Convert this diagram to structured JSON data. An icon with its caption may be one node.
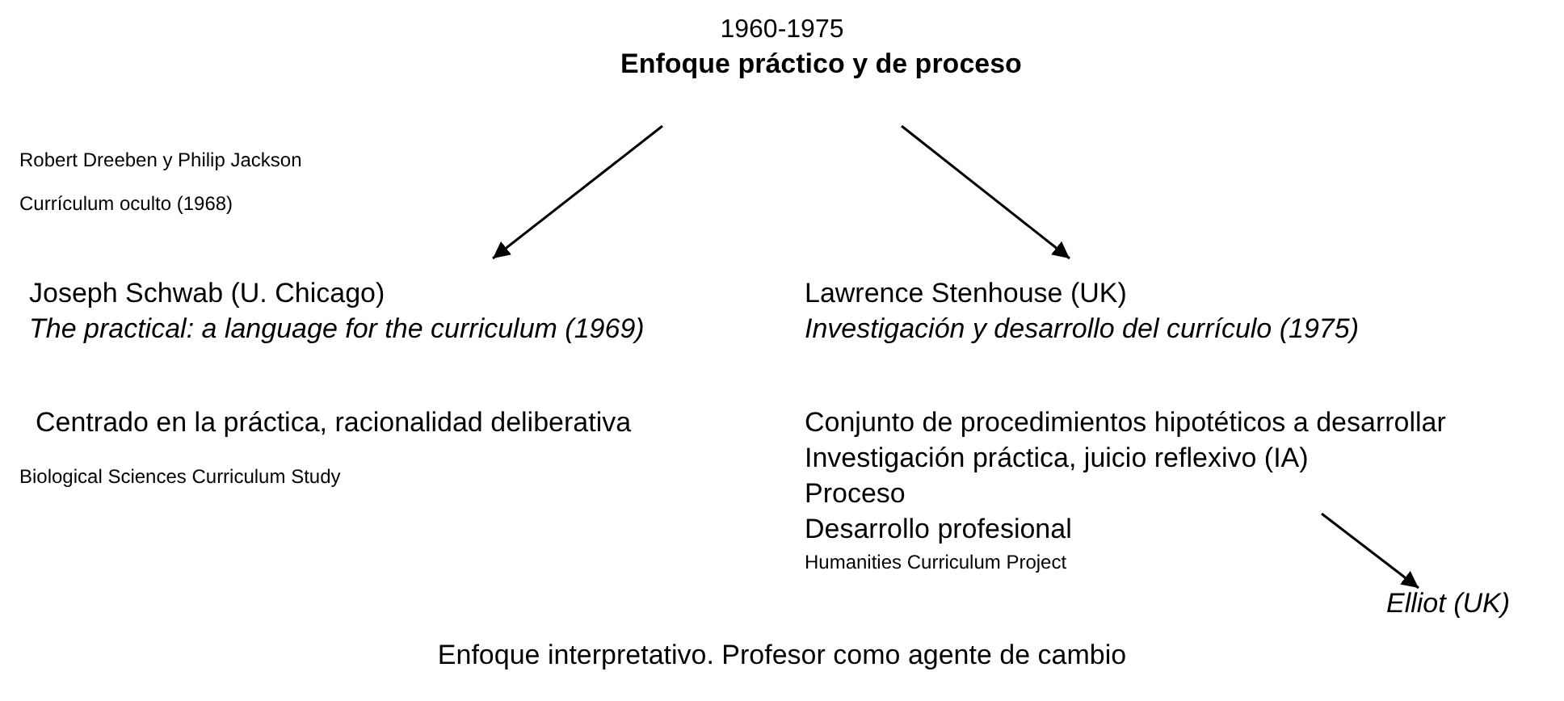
{
  "diagram": {
    "title": "1960-1975",
    "nodes": [
      {
        "text": [
          "Enfoque práctico y de proceso"
        ]
      },
      {
        "text": [
          "Joseph Schwab (U. Chicago)",
          "The practical: a language for the curriculum (1969)"
        ]
      },
      {
        "text": [
          "Lawrence Stenhouse (UK)",
          "Investigación y desarrollo del currículo (1975)"
        ]
      },
      {
        "text": [
          "Elliot (UK)"
        ]
      }
    ],
    "edges": [
      {
        "from": 0,
        "to": 1,
        "arrow": "to"
      },
      {
        "from": 0,
        "to": 2,
        "arrow": "to"
      },
      {
        "from": null,
        "to": 3,
        "arrow": "to"
      }
    ],
    "labels": [
      "Robert Dreeben y Philip Jackson",
      "Currículum oculto (1968)",
      "Centrado en la práctica, racionalidad deliberativa",
      "Biological Sciences Curriculum Study",
      "Conjunto de procedimientos hipotéticos a desarrollar",
      "Investigación práctica, juicio reflexivo (IA)",
      "Proceso",
      "Desarrollo profesional",
      "Humanities Curriculum Project",
      "Enfoque interpretativo. Profesor como agente de cambio"
    ]
  }
}
